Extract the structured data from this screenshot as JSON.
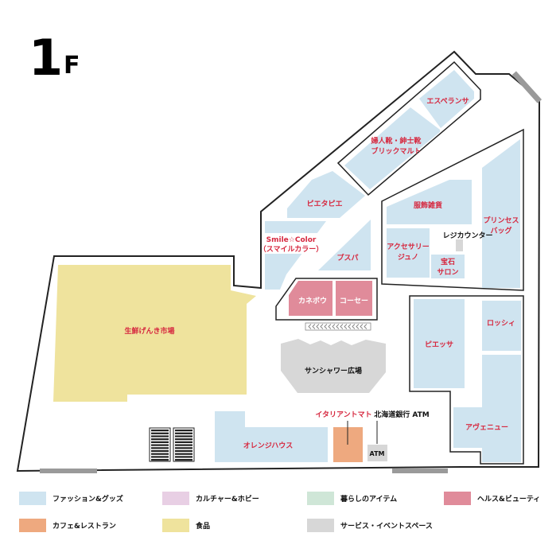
{
  "floor": {
    "label_number": "1",
    "label_letter": "F"
  },
  "shops": {
    "esperanza": "エスペランサ",
    "brick_mart_1": "婦人靴・紳士靴",
    "brick_mart_2": "ブリックマルト",
    "pietapie": "ピエタピエ",
    "fukushoku": "服飾雑貨",
    "princess_1": "プリンセス",
    "princess_2": "バッグ",
    "smile_1": "Smile☆Color",
    "smile_2": "（スマイルカラー）",
    "pusupa": "プスパ",
    "accessory_1": "アクセサリー",
    "accessory_2": "ジュノ",
    "register": "レジカウンター",
    "houseki_1": "宝石",
    "houseki_2": "サロン",
    "kanebo": "カネボウ",
    "kose": "コーセー",
    "roshi": "ロッシィ",
    "piessa": "ピエッサ",
    "genki": "生鮮げんき市場",
    "sunshower": "サンシャワー広場",
    "italian": "イタリアントマト",
    "bank": "北海道銀行 ATM",
    "orange": "オレンジハウス",
    "atm": "ATM",
    "avenue": "アヴェニュー"
  },
  "legend": [
    {
      "label": "ファッション&グッズ",
      "color": "#cfe4f0"
    },
    {
      "label": "カルチャー&ホビー",
      "color": "#e8cfe4"
    },
    {
      "label": "暮らしのアイテム",
      "color": "#cfe6d7"
    },
    {
      "label": "ヘルス&ビューティ",
      "color": "#e08b9a"
    },
    {
      "label": "カフェ&レストラン",
      "color": "#eea97f"
    },
    {
      "label": "食品",
      "color": "#efe39d"
    },
    {
      "label": "サービス・イベントスペース",
      "color": "#d7d7d7"
    }
  ],
  "colors": {
    "fashion": "#cfe4f0",
    "health": "#e08b9a",
    "cafe": "#eea97f",
    "food": "#efe39d",
    "service": "#d7d7d7",
    "label_red": "#d6283f",
    "entrance": "#9a9a9a"
  }
}
